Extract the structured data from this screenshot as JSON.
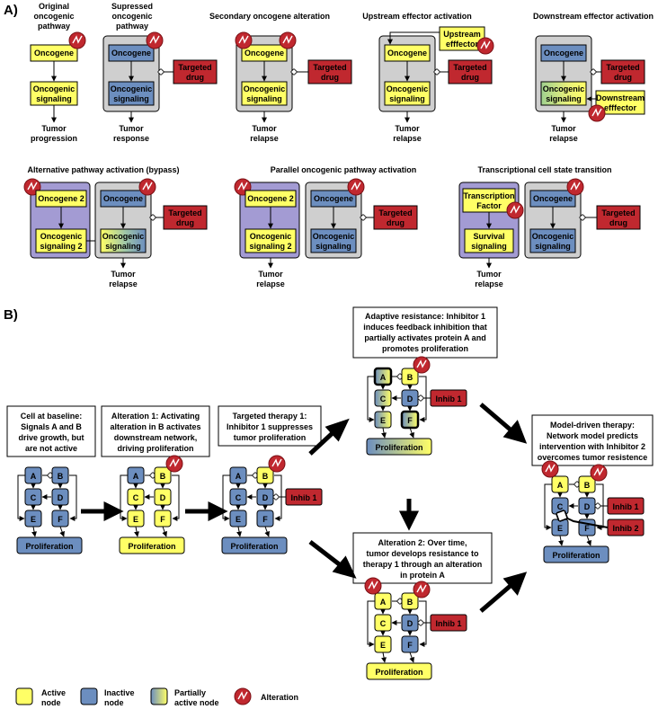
{
  "panel_a": {
    "label": "A)",
    "sections": [
      {
        "title_lines": [
          "Original",
          "oncogenic",
          "pathway"
        ],
        "boxes": [
          {
            "text": "Oncogene"
          },
          {
            "text_lines": [
              "Oncogenic",
              "signaling"
            ]
          }
        ],
        "outcome_lines": [
          "Tumor",
          "progression"
        ]
      },
      {
        "title_lines": [
          "Supressed",
          "oncogenic",
          "pathway"
        ],
        "boxes": [
          {
            "text": "Oncogene"
          },
          {
            "text_lines": [
              "Oncogenic",
              "signaling"
            ]
          }
        ],
        "drug_lines": [
          "Targeted",
          "drug"
        ],
        "outcome_lines": [
          "Tumor",
          "response"
        ]
      },
      {
        "title": "Secondary oncogene alteration",
        "boxes": [
          {
            "text": "Oncogene"
          },
          {
            "text_lines": [
              "Oncogenic",
              "signaling"
            ]
          }
        ],
        "drug_lines": [
          "Targeted",
          "drug"
        ],
        "outcome_lines": [
          "Tumor",
          "relapse"
        ]
      },
      {
        "title": "Upstream effector activation",
        "effector_lines": [
          "Upstream",
          "efffector"
        ],
        "boxes": [
          {
            "text": "Oncogene"
          },
          {
            "text_lines": [
              "Oncogenic",
              "signaling"
            ]
          }
        ],
        "drug_lines": [
          "Targeted",
          "drug"
        ],
        "outcome_lines": [
          "Tumor",
          "relapse"
        ]
      },
      {
        "title": "Downstream effector activation",
        "effector_lines": [
          "Downstream",
          "efffector"
        ],
        "boxes": [
          {
            "text": "Oncogene"
          },
          {
            "text_lines": [
              "Oncogenic",
              "signaling"
            ]
          }
        ],
        "drug_lines": [
          "Targeted",
          "drug"
        ],
        "outcome_lines": [
          "Tumor",
          "relapse"
        ]
      },
      {
        "title": "Alternative pathway activation (bypass)",
        "boxes": [
          {
            "text": "Oncogene 2"
          },
          {
            "text_lines": [
              "Oncogenic",
              "signaling 2"
            ]
          },
          {
            "text": "Oncogene"
          },
          {
            "text_lines": [
              "Oncogenic",
              "signaling"
            ]
          }
        ],
        "drug_lines": [
          "Targeted",
          "drug"
        ],
        "outcome_lines": [
          "Tumor",
          "relapse"
        ]
      },
      {
        "title": "Parallel oncogenic pathway activation",
        "boxes": [
          {
            "text": "Oncogene 2"
          },
          {
            "text_lines": [
              "Oncogenic",
              "signaling 2"
            ]
          },
          {
            "text": "Oncogene"
          },
          {
            "text_lines": [
              "Oncogenic",
              "signaling"
            ]
          }
        ],
        "drug_lines": [
          "Targeted",
          "drug"
        ],
        "outcome_lines": [
          "Tumor",
          "relapse"
        ]
      },
      {
        "title": "Transcriptional cell state transition",
        "boxes": [
          {
            "text_lines": [
              "Transcription",
              "Factor"
            ]
          },
          {
            "text_lines": [
              "Survival",
              "signaling"
            ]
          },
          {
            "text": "Oncogene"
          },
          {
            "text_lines": [
              "Oncogenic",
              "signaling"
            ]
          }
        ],
        "drug_lines": [
          "Targeted",
          "drug"
        ],
        "outcome_lines": [
          "Tumor",
          "relapse"
        ]
      }
    ]
  },
  "panel_b": {
    "label": "B)",
    "captions": [
      [
        "Cell at baseline:",
        "Signals A and B",
        "drive growth, but",
        "are not active"
      ],
      [
        "Alteration 1: Activating",
        "alteration in B activates",
        "downstream network,",
        "driving proliferation"
      ],
      [
        "Targeted therapy 1:",
        "Inhibitor 1 suppresses",
        "tumor proliferation"
      ],
      [
        "Adaptive resistance: Inhibitor 1",
        "induces feedback inhibition that",
        "partially activates protein A and",
        "promotes proliferation"
      ],
      [
        "Alteration 2: Over time,",
        "tumor develops resistance to",
        "therapy 1 through an alteration",
        "in protein A"
      ],
      [
        "Model-driven therapy:",
        "Network model predicts",
        "intervention with Inhibitor 2",
        "overcomes tumor resistence"
      ]
    ],
    "node_labels": [
      "A",
      "B",
      "C",
      "D",
      "E",
      "F"
    ],
    "proliferation_label": "Proliferation",
    "inhibitor_1": "Inhib 1",
    "inhibitor_2": "Inhib 2"
  },
  "legend": {
    "active_lines": [
      "Active",
      "node"
    ],
    "inactive_lines": [
      "Inactive",
      "node"
    ],
    "partial_lines": [
      "Partially",
      "active node"
    ],
    "alteration": "Alteration"
  },
  "colors": {
    "active": "#ffff66",
    "inactive": "#6c8ebf",
    "drug": "#c0282f",
    "panel_gray": "#cfcfcf",
    "panel_purple": "#a39bd3",
    "alteration": "#c0282f"
  }
}
